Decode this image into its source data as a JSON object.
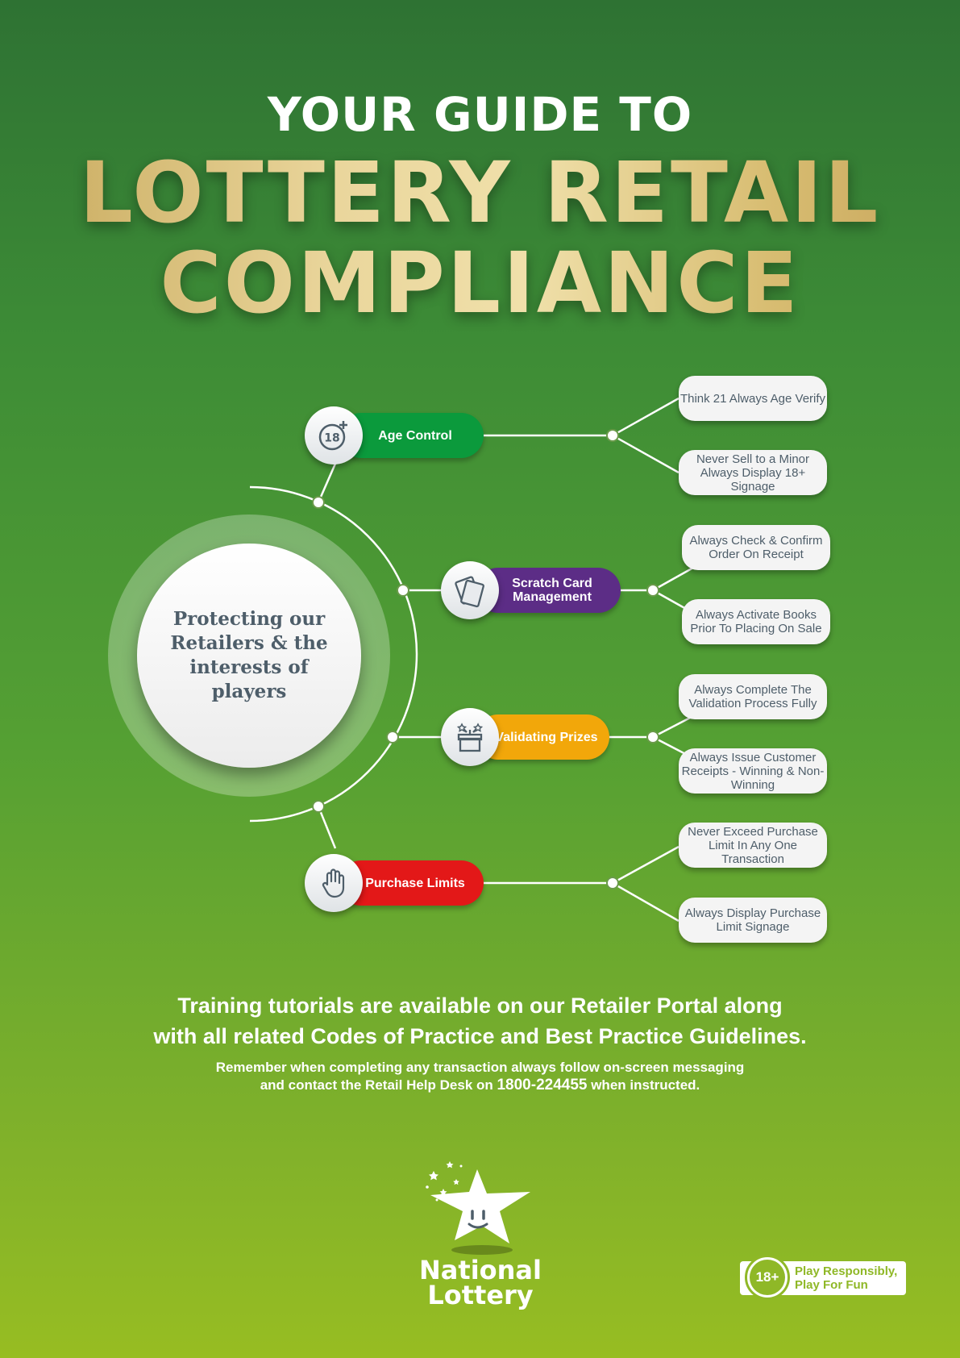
{
  "title": {
    "line1": "YOUR GUIDE TO",
    "line2": "LOTTERY RETAIL",
    "line3": "COMPLIANCE"
  },
  "center": {
    "text": "Protecting our Retailers & the interests of players"
  },
  "categories": [
    {
      "label": "Age Control",
      "color": "#0b9a3c",
      "icon": "age-18-plus-icon",
      "points": [
        "Think 21 Always Age Verify",
        "Never Sell to a Minor Always Display 18+ Signage"
      ]
    },
    {
      "label": "Scratch Card Management",
      "color": "#5c2d86",
      "icon": "scratch-cards-icon",
      "points": [
        "Always Check & Confirm Order On Receipt",
        "Always Activate Books Prior To Placing On Sale"
      ]
    },
    {
      "label": "Validating Prizes",
      "color": "#f2a70a",
      "icon": "prize-box-icon",
      "points": [
        "Always Complete The Validation Process Fully",
        "Always Issue Customer Receipts - Winning & Non-Winning"
      ]
    },
    {
      "label": "Purchase Limits",
      "color": "#e31818",
      "icon": "hand-stop-icon",
      "points": [
        "Never Exceed Purchase Limit In Any One Transaction",
        "Always Display Purchase Limit Signage"
      ]
    }
  ],
  "footer": {
    "training_line1": "Training tutorials are available on our Retailer Portal along",
    "training_line2": "with all related Codes of Practice and Best Practice Guidelines.",
    "remember_line1": "Remember when completing any transaction always follow on-screen messaging",
    "remember_line2_pre": "and contact the Retail Help Desk on ",
    "phone": "1800-224455",
    "remember_line2_post": " when instructed."
  },
  "brand": {
    "line1": "National",
    "line2": "Lottery"
  },
  "badge": {
    "age": "18+",
    "line1": "Play Responsibly,",
    "line2": "Play For Fun"
  },
  "colors": {
    "gold": "#e8d398",
    "text_slate": "#4e5e6a",
    "lime": "#8fb827"
  }
}
